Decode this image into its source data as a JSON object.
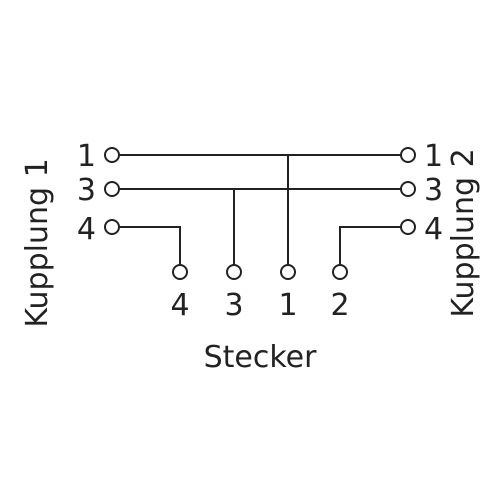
{
  "diagram": {
    "left_connector": {
      "label": "Kupplung 1",
      "pins": [
        "1",
        "3",
        "4"
      ]
    },
    "right_connector": {
      "label": "Kupplung 2",
      "pins": [
        "1",
        "3",
        "4"
      ]
    },
    "plug": {
      "label": "Stecker",
      "pins": [
        "4",
        "3",
        "1",
        "2"
      ]
    },
    "line_color": "#222222"
  }
}
